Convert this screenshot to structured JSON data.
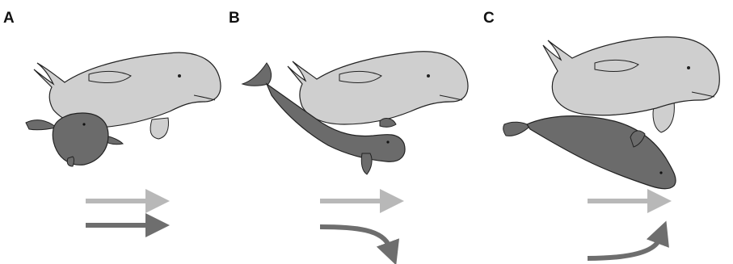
{
  "panels": [
    {
      "label": "A",
      "adult_motion": "straight",
      "calf_motion": "straight"
    },
    {
      "label": "B",
      "adult_motion": "straight",
      "calf_motion": "curving-down"
    },
    {
      "label": "C",
      "adult_motion": "straight",
      "calf_motion": "curving-up"
    }
  ],
  "colors": {
    "adult_whale": "#cfcfcf",
    "calf_whale": "#6b6b6b",
    "adult_arrow": "#b8b8b8",
    "calf_arrow": "#6e6e6e",
    "outline": "#222222",
    "background": "#ffffff"
  }
}
